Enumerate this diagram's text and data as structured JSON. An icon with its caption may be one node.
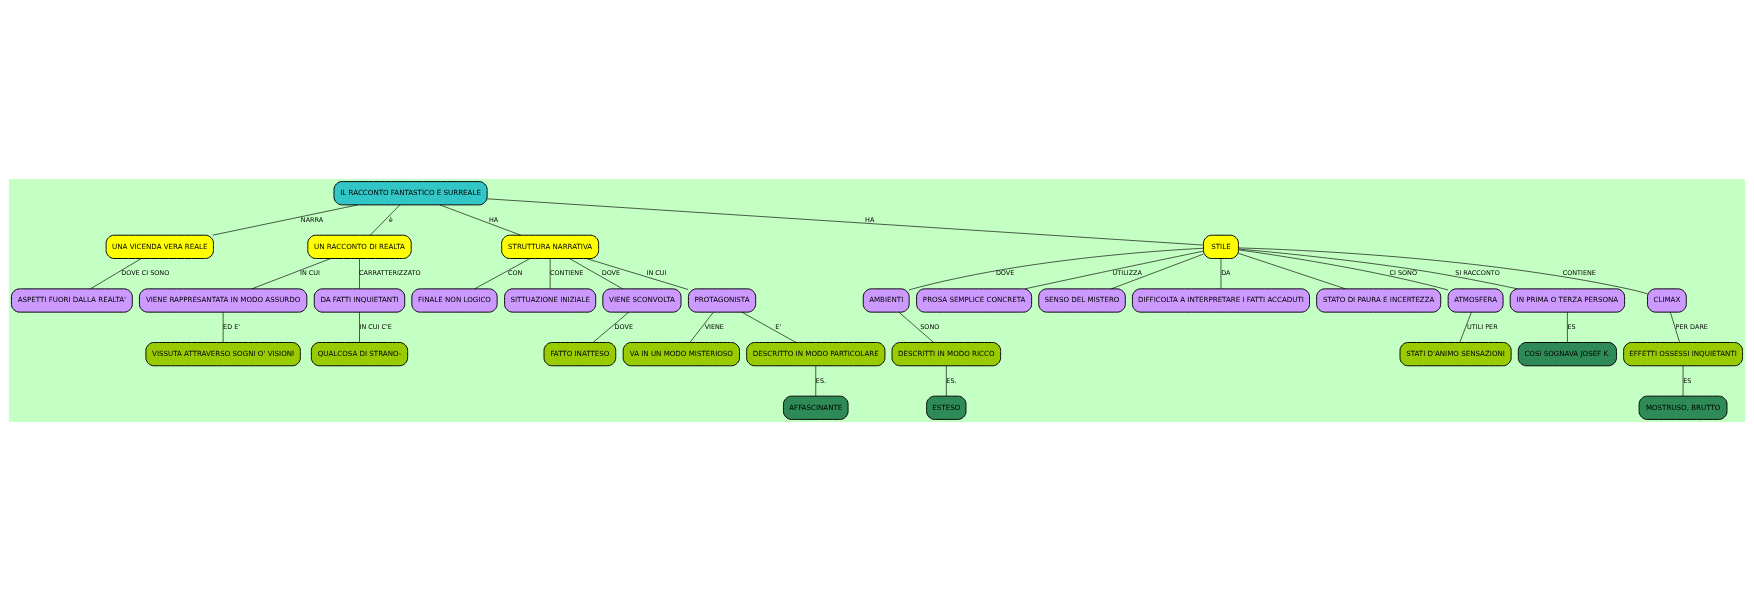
{
  "diagram": {
    "nodes": [
      {
        "text": [
          "IL RACCONTO FANTASTICO E SURREALE"
        ]
      },
      {
        "text": [
          "UNA VICENDA VERA REALE"
        ]
      },
      {
        "text": [
          "UN RACCONTO DI REALTA"
        ]
      },
      {
        "text": [
          "STRUTTURA NARRATIVA"
        ]
      },
      {
        "text": [
          "STILE"
        ]
      },
      {
        "text": [
          "ASPETTI FUORI DALLA REALTA'"
        ]
      },
      {
        "text": [
          "VIENE RAPPRESANTATA IN MODO ASSURDO"
        ]
      },
      {
        "text": [
          "DA FATTI INQUIETANTI"
        ]
      },
      {
        "text": [
          "VISSUTA ATTRAVERSO SOGNI O' VISIONI"
        ]
      },
      {
        "text": [
          "QUALCOSA DI STRANO-"
        ]
      },
      {
        "text": [
          "FINALE NON LOGICO"
        ]
      },
      {
        "text": [
          "SITTUAZIONE INIZIALE"
        ]
      },
      {
        "text": [
          "VIENE SCONVOLTA"
        ]
      },
      {
        "text": [
          "PROTAGONISTA"
        ]
      },
      {
        "text": [
          "FATTO INATTESO"
        ]
      },
      {
        "text": [
          "VA IN UN MODO MISTERIOSO"
        ]
      },
      {
        "text": [
          "DESCRITTO IN MODO PARTICOLARE"
        ]
      },
      {
        "text": [
          "AFFASCINANTE"
        ]
      },
      {
        "text": [
          "AMBIENTI"
        ]
      },
      {
        "text": [
          "PROSA SEMPLICE CONCRETA"
        ]
      },
      {
        "text": [
          "SENSO DEL MISTERO"
        ]
      },
      {
        "text": [
          "DIFFICOLTA A INTERPRETARE I FATTI ACCADUTI"
        ]
      },
      {
        "text": [
          "STATO DI PAURA E INCERTEZZA"
        ]
      },
      {
        "text": [
          "ATMOSFERA"
        ]
      },
      {
        "text": [
          "IN PRIMA O TERZA PERSONA"
        ]
      },
      {
        "text": [
          "CLIMAX"
        ]
      },
      {
        "text": [
          "DESCRITTI IN MODO RICCO"
        ]
      },
      {
        "text": [
          "ESTESO"
        ]
      },
      {
        "text": [
          "STATI D'ANIMO SENSAZIONI"
        ]
      },
      {
        "text": [
          "EFFETTI OSSESSI INQUIETANTI"
        ]
      },
      {
        "text": [
          "COSì SOGNAVA JOSEF K."
        ]
      },
      {
        "text": [
          "MOSTRUSO, BRUTTO"
        ]
      }
    ],
    "edges": [
      {
        "from": 0,
        "to": 1,
        "arrow": "none",
        "label": "NARRA"
      },
      {
        "from": 0,
        "to": 2,
        "arrow": "none",
        "label": "è"
      },
      {
        "from": 0,
        "to": 3,
        "arrow": "none",
        "label": "HA"
      },
      {
        "from": 0,
        "to": 4,
        "arrow": "none",
        "label": "HA"
      },
      {
        "from": 1,
        "to": 5,
        "arrow": "none",
        "label": "DOVE CI SONO"
      },
      {
        "from": 2,
        "to": 6,
        "arrow": "none",
        "label": "IN CUI"
      },
      {
        "from": 2,
        "to": 7,
        "arrow": "none",
        "label": "CARRATTERIZZATO"
      },
      {
        "from": 6,
        "to": 8,
        "arrow": "none",
        "label": "ED E'"
      },
      {
        "from": 7,
        "to": 9,
        "arrow": "none",
        "label": "IN CUI C'E"
      },
      {
        "from": 3,
        "to": 10,
        "arrow": "none",
        "label": "CON"
      },
      {
        "from": 3,
        "to": 11,
        "arrow": "none",
        "label": "CONTIENE"
      },
      {
        "from": 3,
        "to": 12,
        "arrow": "none",
        "label": "DOVE"
      },
      {
        "from": 3,
        "to": 13,
        "arrow": "none",
        "label": "IN CUI"
      },
      {
        "from": 12,
        "to": 14,
        "arrow": "none",
        "label": "DOVE"
      },
      {
        "from": 13,
        "to": 15,
        "arrow": "none",
        "label": "VIENE"
      },
      {
        "from": 13,
        "to": 16,
        "arrow": "none",
        "label": "E'"
      },
      {
        "from": 16,
        "to": 17,
        "arrow": "none",
        "label": "ES."
      },
      {
        "from": 4,
        "to": 18,
        "arrow": "none",
        "label": "DOVE"
      },
      {
        "from": 4,
        "to": 19,
        "arrow": "none",
        "label": "UTILIZZA"
      },
      {
        "from": 4,
        "to": 20,
        "arrow": "none"
      },
      {
        "from": 4,
        "to": 21,
        "arrow": "none",
        "label": "DA"
      },
      {
        "from": 4,
        "to": 22,
        "arrow": "none"
      },
      {
        "from": 4,
        "to": 23,
        "arrow": "none",
        "label": "CI SONO"
      },
      {
        "from": 4,
        "to": 24,
        "arrow": "none",
        "label": "SI RACCONTO"
      },
      {
        "from": 4,
        "to": 25,
        "arrow": "none",
        "label": "CONTIENE"
      },
      {
        "from": 18,
        "to": 26,
        "arrow": "none",
        "label": "SONO"
      },
      {
        "from": 26,
        "to": 27,
        "arrow": "none",
        "label": "ES."
      },
      {
        "from": 23,
        "to": 28,
        "arrow": "none",
        "label": "UTILI PER"
      },
      {
        "from": 24,
        "to": 30,
        "arrow": "none",
        "label": "ES"
      },
      {
        "from": 25,
        "to": 29,
        "arrow": "none",
        "label": "PER DARE"
      },
      {
        "from": 29,
        "to": 31,
        "arrow": "none",
        "label": "ES"
      }
    ]
  }
}
